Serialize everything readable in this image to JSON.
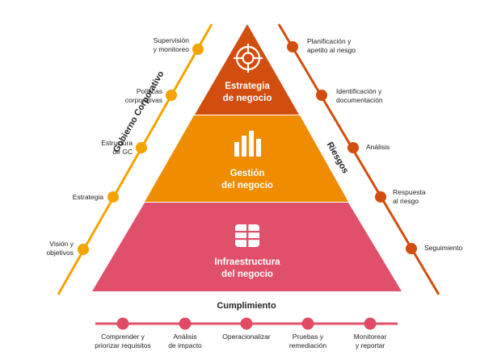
{
  "colors": {
    "orange_dark": "#D24E0F",
    "orange_mid": "#F08C00",
    "orange_light": "#F5A300",
    "pink": "#E0506A",
    "pink_dot": "#E14A63"
  },
  "pyramid": {
    "top": {
      "label": "Estrategia\nde negocio",
      "icon": "crosshair-target-icon"
    },
    "middle": {
      "label": "Gestión\ndel negocio",
      "icon": "bar-chart-icon"
    },
    "bottom": {
      "label": "Infraestructura\ndel negocio",
      "icon": "grid-blocks-icon"
    }
  },
  "left_axis": {
    "title": "Gobierno Corporativo",
    "items": [
      "Supervisión\ny monitoreo",
      "Políticas\ncorporativas",
      "Estructura\nde GC",
      "Estrategia",
      "Visión y\nobjetivos"
    ]
  },
  "right_axis": {
    "title": "Riesgos",
    "items": [
      "Planificación y\napetito al riesgo",
      "Identificación y\ndocumentación",
      "Análisis",
      "Respuesta\nal riesgo",
      "Seguimiento"
    ]
  },
  "bottom_axis": {
    "title": "Cumplimiento",
    "items": [
      "Comprender y\npriorizar requisitos",
      "Análisis\nde impacto",
      "Operacionalizar",
      "Pruebas y\nremediación",
      "Monitorear\ny reportar"
    ]
  }
}
